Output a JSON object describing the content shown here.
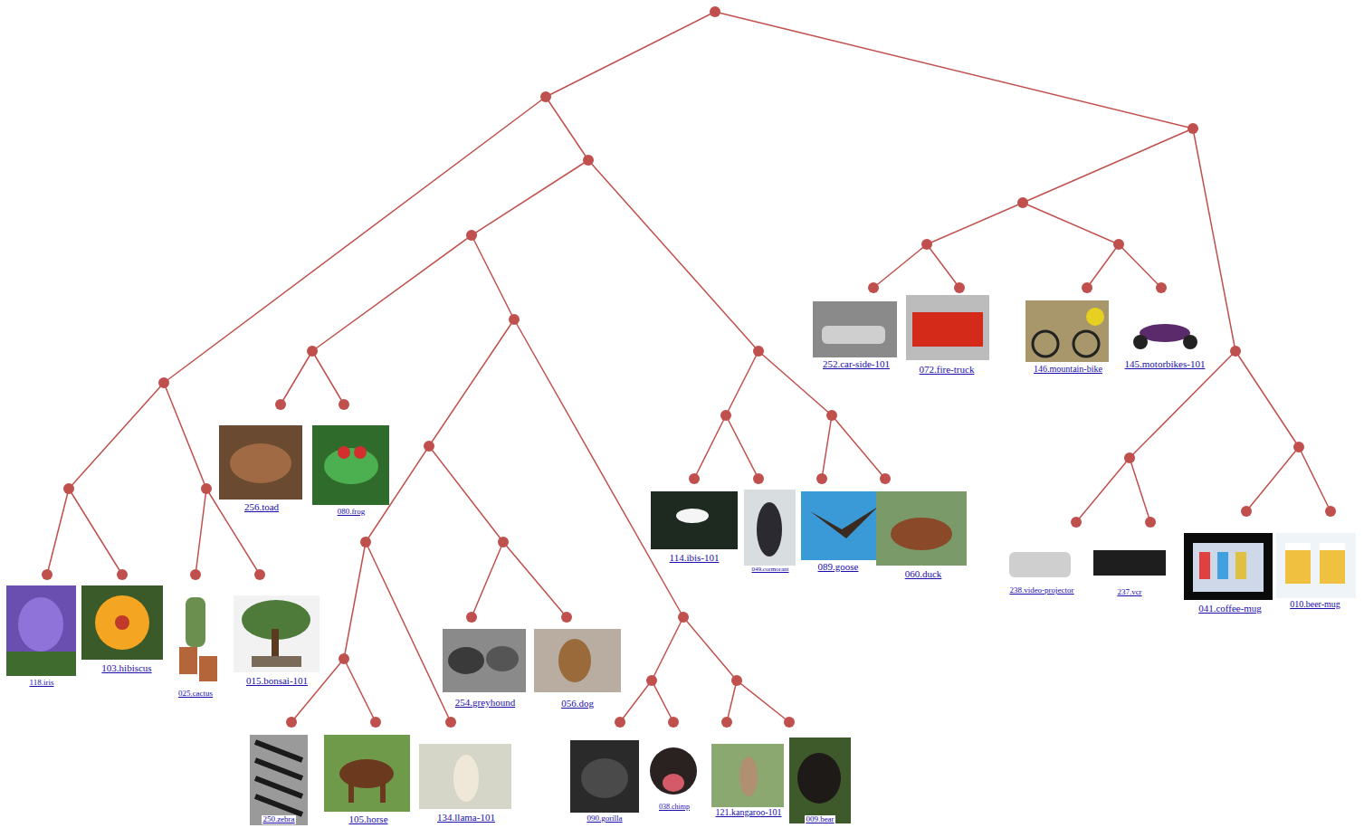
{
  "diagram": {
    "labels": [
      "118.iris",
      "103.hibiscus",
      "025.cactus",
      "015.bonsai-101",
      "256.toad",
      "080.frog",
      "250.zebra",
      "105.horse",
      "134.llama-101",
      "254.greyhound",
      "056.dog",
      "090.gorilla",
      "038.chimp",
      "121.kangaroo-101",
      "009.bear",
      "114.ibis-101",
      "049.cormorant",
      "089.goose",
      "060.duck",
      "252.car-side-101",
      "072.fire-truck",
      "146.mountain-bike",
      "145.motorbikes-101",
      "238.video-projector",
      "237.vcr",
      "041.coffee-mug",
      "010.beer-mug"
    ]
  }
}
